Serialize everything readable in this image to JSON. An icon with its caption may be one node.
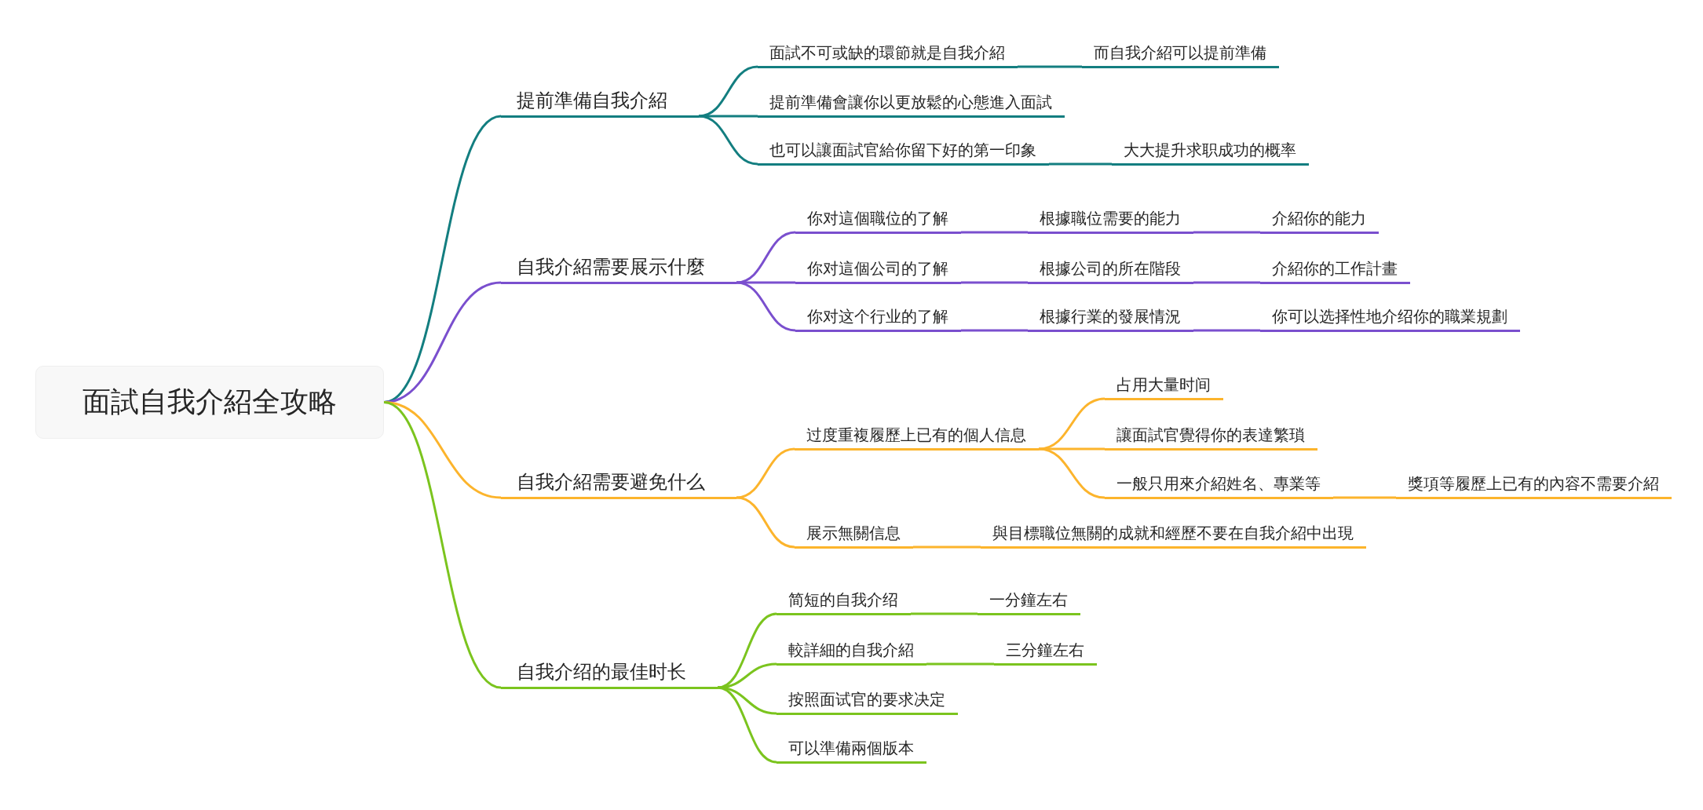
{
  "diagram": {
    "nodes": [
      {
        "text": [
          "面試自我介紹全攻略"
        ]
      },
      {
        "text": [
          "提前準備自我介紹"
        ]
      },
      {
        "text": [
          "面試不可或缺的環節就是自我介紹"
        ]
      },
      {
        "text": [
          "而自我介紹可以提前準備"
        ]
      },
      {
        "text": [
          "提前準備會讓你以更放鬆的心態進入面試"
        ]
      },
      {
        "text": [
          "也可以讓面試官給你留下好的第一印象"
        ]
      },
      {
        "text": [
          "大大提升求职成功的概率"
        ]
      },
      {
        "text": [
          "自我介紹需要展示什麼"
        ]
      },
      {
        "text": [
          "你对這個職位的了解"
        ]
      },
      {
        "text": [
          "根據職位需要的能力"
        ]
      },
      {
        "text": [
          "介紹你的能力"
        ]
      },
      {
        "text": [
          "你对這個公司的了解"
        ]
      },
      {
        "text": [
          "根據公司的所在階段"
        ]
      },
      {
        "text": [
          "介紹你的工作計畫"
        ]
      },
      {
        "text": [
          "你对这个行业的了解"
        ]
      },
      {
        "text": [
          "根據行業的發展情況"
        ]
      },
      {
        "text": [
          "你可以选择性地介绍你的職業規劃"
        ]
      },
      {
        "text": [
          "自我介紹需要避免什么"
        ]
      },
      {
        "text": [
          "过度重複履歷上已有的個人信息"
        ]
      },
      {
        "text": [
          "占用大量时间"
        ]
      },
      {
        "text": [
          "讓面試官覺得你的表達繁瑣"
        ]
      },
      {
        "text": [
          "一般只用來介紹姓名、專業等"
        ]
      },
      {
        "text": [
          "獎項等履歷上已有的內容不需要介紹"
        ]
      },
      {
        "text": [
          "展示無關信息"
        ]
      },
      {
        "text": [
          "與目標職位無關的成就和經歷不要在自我介紹中出現"
        ]
      },
      {
        "text": [
          "自我介绍的最佳时长"
        ]
      },
      {
        "text": [
          "简短的自我介绍"
        ]
      },
      {
        "text": [
          "一分鐘左右"
        ]
      },
      {
        "text": [
          "較詳細的自我介紹"
        ]
      },
      {
        "text": [
          "三分鐘左右"
        ]
      },
      {
        "text": [
          "按照面试官的要求决定"
        ]
      },
      {
        "text": [
          "可以準備兩個版本"
        ]
      }
    ],
    "edges": [
      {
        "from": 0,
        "to": 1,
        "arrow": "none",
        "color": "#137e80"
      },
      {
        "from": 1,
        "to": 2,
        "arrow": "none",
        "color": "#137e80"
      },
      {
        "from": 2,
        "to": 3,
        "arrow": "none",
        "color": "#137e80"
      },
      {
        "from": 1,
        "to": 4,
        "arrow": "none",
        "color": "#137e80"
      },
      {
        "from": 1,
        "to": 5,
        "arrow": "none",
        "color": "#137e80"
      },
      {
        "from": 5,
        "to": 6,
        "arrow": "none",
        "color": "#137e80"
      },
      {
        "from": 0,
        "to": 7,
        "arrow": "none"
      },
      {
        "from": 7,
        "to": 8,
        "arrow": "none"
      },
      {
        "from": 8,
        "to": 9,
        "arrow": "none"
      },
      {
        "from": 9,
        "to": 10,
        "arrow": "none"
      },
      {
        "from": 7,
        "to": 11,
        "arrow": "none"
      },
      {
        "from": 11,
        "to": 12,
        "arrow": "none"
      },
      {
        "from": 12,
        "to": 13,
        "arrow": "none"
      },
      {
        "from": 7,
        "to": 14,
        "arrow": "none"
      },
      {
        "from": 14,
        "to": 15,
        "arrow": "none"
      },
      {
        "from": 15,
        "to": 16,
        "arrow": "none"
      },
      {
        "from": 0,
        "to": 17,
        "arrow": "none",
        "color": "#fcb42c"
      },
      {
        "from": 17,
        "to": 18,
        "arrow": "none",
        "color": "#fcb42c"
      },
      {
        "from": 18,
        "to": 19,
        "arrow": "none",
        "color": "#fcb42c"
      },
      {
        "from": 18,
        "to": 20,
        "arrow": "none",
        "color": "#fcb42c"
      },
      {
        "from": 18,
        "to": 21,
        "arrow": "none",
        "color": "#fcb42c"
      },
      {
        "from": 21,
        "to": 22,
        "arrow": "none",
        "color": "#fcb42c"
      },
      {
        "from": 17,
        "to": 23,
        "arrow": "none",
        "color": "#fcb42c"
      },
      {
        "from": 23,
        "to": 24,
        "arrow": "none",
        "color": "#fcb42c"
      },
      {
        "from": 0,
        "to": 25,
        "arrow": "none",
        "color": "#7bc41e"
      },
      {
        "from": 25,
        "to": 26,
        "arrow": "none",
        "color": "#7bc41e"
      },
      {
        "from": 26,
        "to": 27,
        "arrow": "none",
        "color": "#7bc41e"
      },
      {
        "from": 25,
        "to": 28,
        "arrow": "none",
        "color": "#7bc41e"
      },
      {
        "from": 28,
        "to": 29,
        "arrow": "none",
        "color": "#7bc41e"
      },
      {
        "from": 25,
        "to": 30,
        "arrow": "none",
        "color": "#7bc41e"
      },
      {
        "from": 25,
        "to": 31,
        "arrow": "none",
        "color": "#7bc41e"
      }
    ]
  }
}
